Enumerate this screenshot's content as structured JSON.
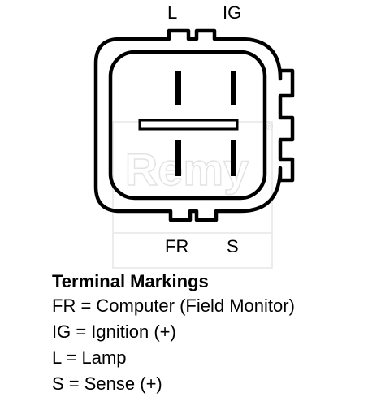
{
  "connector": {
    "watermark": "Remy",
    "watermark_mark": "®",
    "top_labels": [
      "L",
      "IG"
    ],
    "bottom_labels": [
      "FR",
      "S"
    ]
  },
  "legend": {
    "title": "Terminal Markings",
    "rows": [
      "FR = Computer (Field Monitor)",
      "IG = Ignition (+)",
      "L = Lamp",
      "S = Sense (+)"
    ]
  }
}
